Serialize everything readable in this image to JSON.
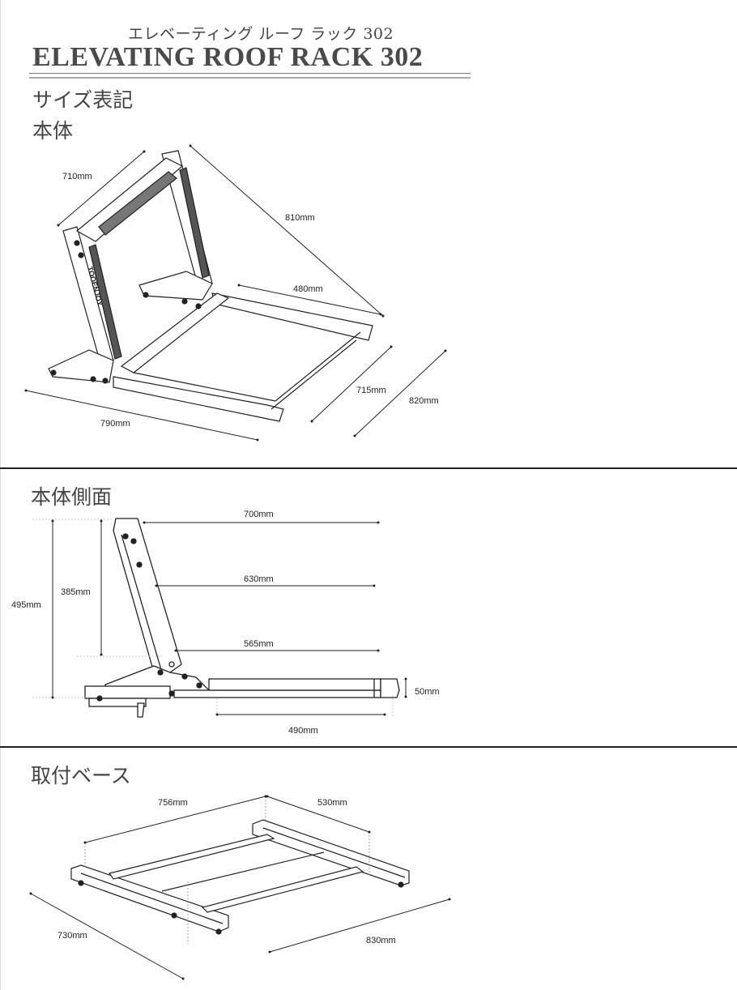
{
  "header": {
    "subtitle_jp": "エレベーティング ルーフ ラック 302",
    "title": "ELEVATING ROOF RACK 302"
  },
  "sections": {
    "size": {
      "heading": "サイズ表記",
      "subheading": "本体",
      "brand_logo": "TOOENJOY",
      "dimensions": {
        "d710": "710mm",
        "d810": "810mm",
        "d480": "480mm",
        "d715": "715mm",
        "d820": "820mm",
        "d790": "790mm"
      }
    },
    "side": {
      "heading": "本体側面",
      "dimensions": {
        "d700": "700mm",
        "d630": "630mm",
        "d565": "565mm",
        "d495": "495mm",
        "d385": "385mm",
        "d50": "50mm",
        "d490": "490mm"
      }
    },
    "base": {
      "heading": "取付ベース",
      "dimensions": {
        "d756": "756mm",
        "d530": "530mm",
        "d730": "730mm",
        "d830": "830mm"
      }
    }
  }
}
